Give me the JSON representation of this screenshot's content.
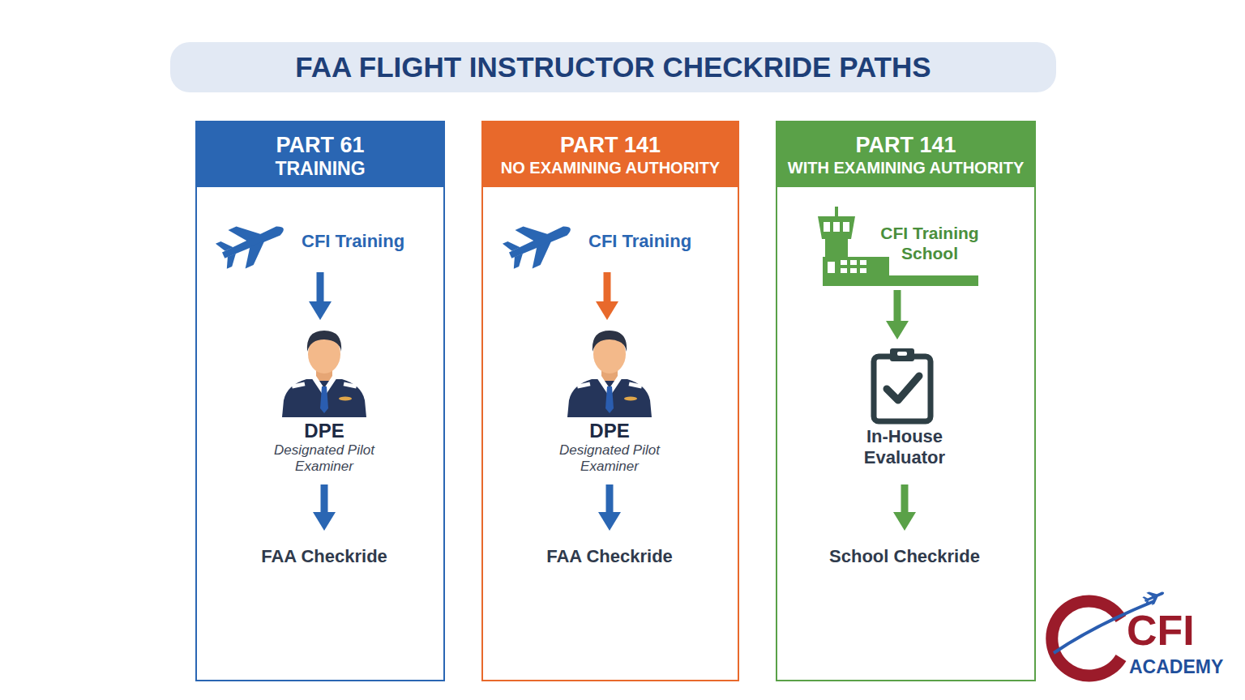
{
  "diagram": {
    "title": "FAA FLIGHT INSTRUCTOR CHECKRIDE PATHS",
    "nodes": [
      {
        "text": [
          "PART 61",
          "TRAINING"
        ]
      },
      {
        "text": [
          "CFI Training"
        ],
        "in": 0
      },
      {
        "text": [
          "DPE",
          "Designated Pilot Examiner"
        ],
        "in": 0
      },
      {
        "text": [
          "FAA Checkride"
        ],
        "in": 0
      },
      {
        "text": [
          "PART 141",
          "NO EXAMINING AUTHORITY"
        ]
      },
      {
        "text": [
          "CFI Training"
        ],
        "in": 4
      },
      {
        "text": [
          "DPE",
          "Designated Pilot Examiner"
        ],
        "in": 4
      },
      {
        "text": [
          "FAA Checkride"
        ],
        "in": 4
      },
      {
        "text": [
          "PART 141",
          "WITH EXAMINING AUTHORITY"
        ]
      },
      {
        "text": [
          "CFI Training School"
        ],
        "in": 8
      },
      {
        "text": [
          "In-House Evaluator"
        ],
        "in": 8
      },
      {
        "text": [
          "School Checkride"
        ],
        "in": 8
      }
    ],
    "edges": [
      {
        "from": 1,
        "to": 2,
        "arrow": "to"
      },
      {
        "from": 2,
        "to": 3,
        "arrow": "to"
      },
      {
        "from": 5,
        "to": 6,
        "arrow": "to"
      },
      {
        "from": 6,
        "to": 7,
        "arrow": "to"
      },
      {
        "from": 9,
        "to": 10,
        "arrow": "to"
      },
      {
        "from": 10,
        "to": 11,
        "arrow": "to"
      }
    ],
    "labels": [
      "CFI",
      "ACADEMY"
    ]
  }
}
